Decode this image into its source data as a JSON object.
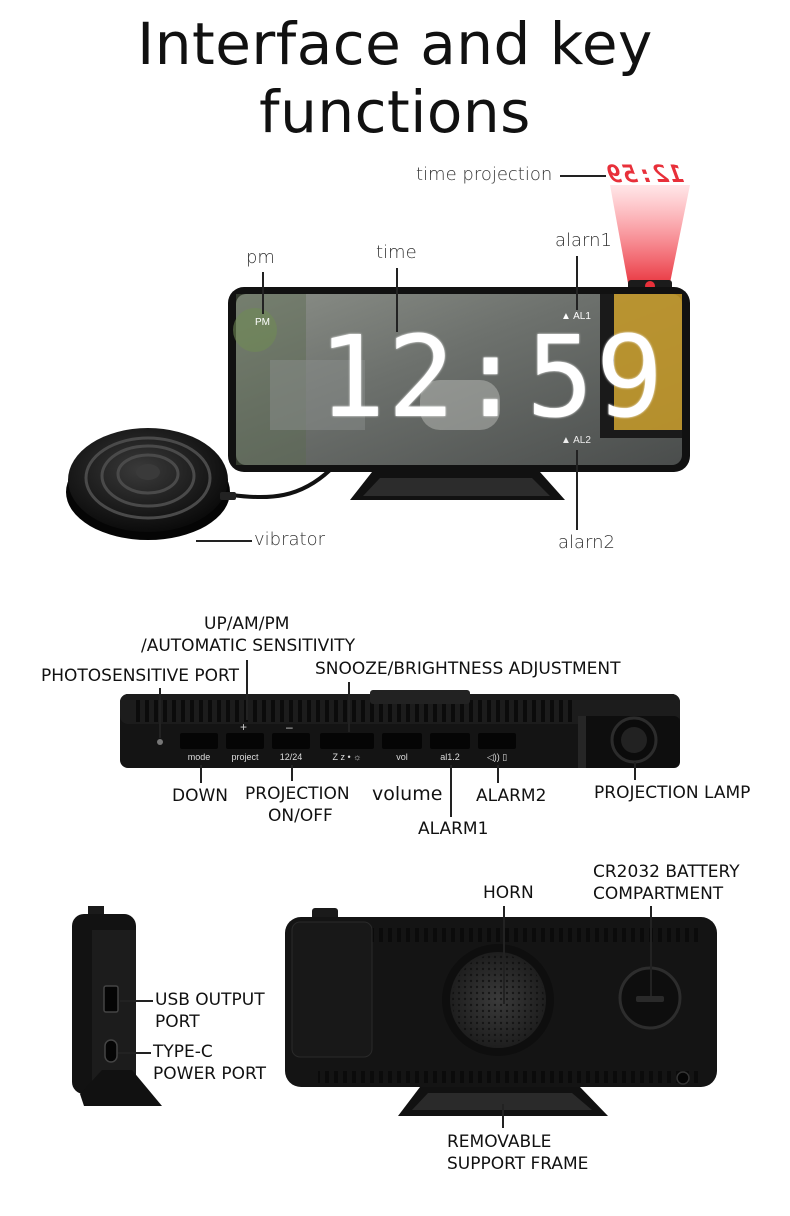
{
  "title": "Interface and key functions",
  "front": {
    "display_time": "12:59",
    "projected_time": "12:59",
    "pm_indicator": "PM",
    "al1_indicator": "AL1",
    "al2_indicator": "AL2",
    "labels": {
      "time_projection": "time projection",
      "time": "time",
      "pm": "pm",
      "alarm1": "alarn1",
      "alarm2": "alarn2",
      "vibrator": "vibrator"
    }
  },
  "top_panel": {
    "button_labels": [
      "mode",
      "project",
      "12/24",
      "Z z • ☼",
      "vol",
      "al1.2",
      "◁)) ▯"
    ],
    "plus_sign": "+",
    "minus_sign": "–",
    "labels": {
      "photosensitive_port": "PHOTOSENSITIVE PORT",
      "up_am_pm_line1": "UP/AM/PM",
      "up_am_pm_line2": "/AUTOMATIC SENSITIVITY",
      "snooze_brightness": "SNOOZE/BRIGHTNESS ADJUSTMENT",
      "down": "DOWN",
      "projection_onoff_line1": "PROJECTION",
      "projection_onoff_line2": "ON/OFF",
      "volume": "volume",
      "alarm1": "ALARM1",
      "alarm2": "ALARM2",
      "projection_lamp": "PROJECTION LAMP"
    }
  },
  "back_panel": {
    "labels": {
      "usb_line1": "USB OUTPUT",
      "usb_line2": "PORT",
      "typec_line1": "TYPE-C",
      "typec_line2": "POWER PORT",
      "horn": "HORN",
      "battery_line1": "CR2032 BATTERY",
      "battery_line2": "COMPARTMENT",
      "frame_line1": "REMOVABLE",
      "frame_line2": "SUPPORT FRAME"
    }
  },
  "colors": {
    "device_body": "#1a1a1a",
    "projection_red": "#e8303a",
    "led_white": "#ffffff"
  }
}
